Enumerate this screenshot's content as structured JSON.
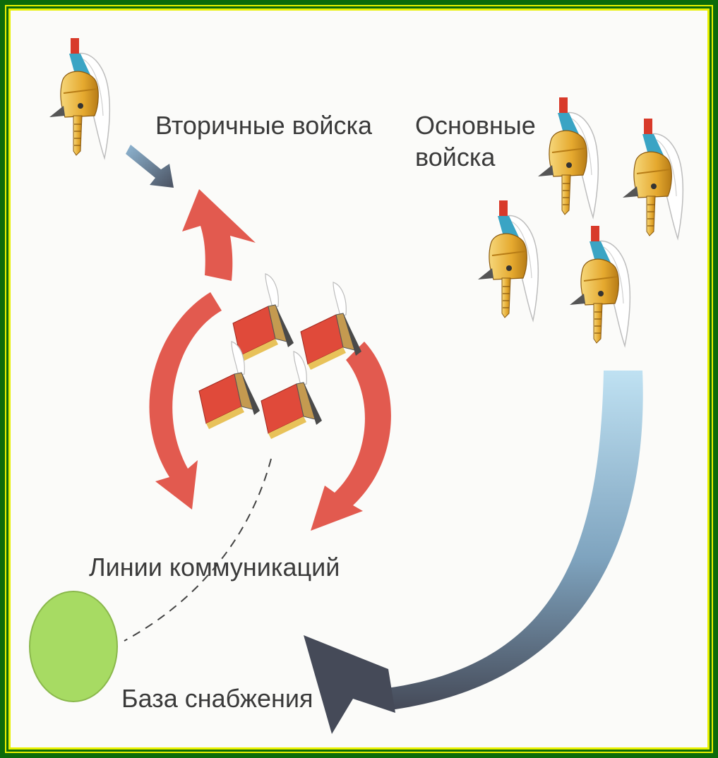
{
  "labels": {
    "secondary_troops": "Вторичные войска",
    "main_troops_line1": "Основные",
    "main_troops_line2": "войска",
    "communication_lines": "Линии коммуникаций",
    "supply_base": "База снабжения"
  },
  "icons": {
    "secondary": "hoplite-helmet-icon",
    "main": "hoplite-helmet-icon",
    "enemy": "enemy-phalanx-icon"
  },
  "colors": {
    "frame_outer": "#0b6b0b",
    "frame_border": "#e8f000",
    "background": "#fbfbf9",
    "red_arrow": "#e25a4f",
    "blue_arrow_light": "#b8dcef",
    "blue_arrow_dark": "#4a5160",
    "supply_base": "#a7db63",
    "helmet_gold": "#e8b83a",
    "helmet_crest": "#d83a2a",
    "helmet_blue": "#3aa4c4",
    "enemy_red": "#e04a3a"
  }
}
